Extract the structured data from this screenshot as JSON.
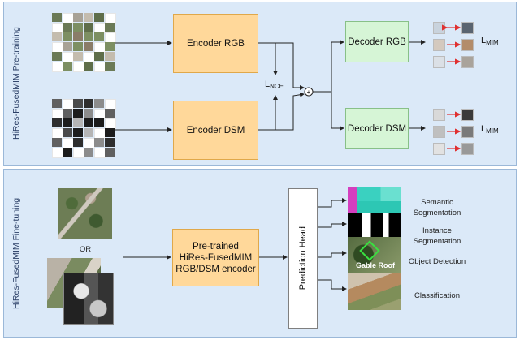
{
  "pretraining": {
    "side_label": "HiRes-FusedMIM Pre-training",
    "encoder_rgb": "Encoder RGB",
    "encoder_dsm": "Encoder DSM",
    "decoder_rgb": "Decoder RGB",
    "decoder_dsm": "Decoder DSM",
    "loss_nce": {
      "base": "L",
      "sub": "NCE"
    },
    "loss_mim_rgb": {
      "base": "L",
      "sub": "MIM"
    },
    "loss_mim_dsm": {
      "base": "L",
      "sub": "MIM"
    },
    "sum_symbol": "+"
  },
  "finetuning": {
    "side_label": "HiRes-FusedMIM Fine-tuning",
    "or_label": "OR",
    "encoder_lines": [
      "Pre-trained",
      "HiRes-FusedMIM",
      "RGB/DSM encoder"
    ],
    "prediction_head": "Prediction Head",
    "outputs": [
      "Semantic Segmentation",
      "Instance Segmentation",
      "Object Detection",
      "Classification"
    ],
    "gable_roof_label": "Gable Roof"
  },
  "colors": {
    "panel_bg": "#dbe9f8",
    "encoder": "#ffd89a",
    "decoder": "#d6f5d6",
    "recon_arrow": "#e03030",
    "wire": "#222222"
  }
}
